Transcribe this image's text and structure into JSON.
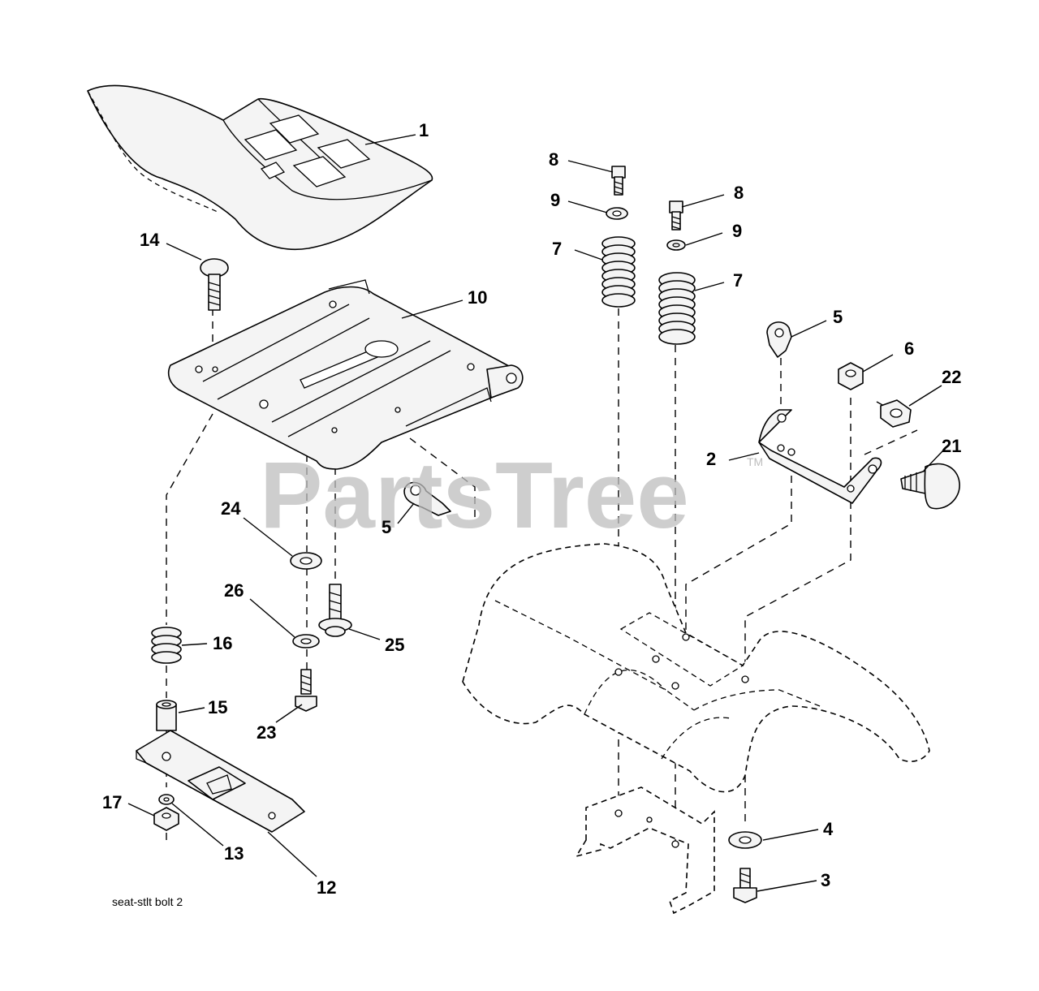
{
  "watermark": {
    "text": "PartsTree",
    "trademark": "TM"
  },
  "caption": "seat-stlt bolt 2",
  "callouts": {
    "c1": "1",
    "c2": "2",
    "c3": "3",
    "c4": "4",
    "c5a": "5",
    "c5b": "5",
    "c6": "6",
    "c7a": "7",
    "c7b": "7",
    "c8a": "8",
    "c8b": "8",
    "c9a": "9",
    "c9b": "9",
    "c10": "10",
    "c12": "12",
    "c13": "13",
    "c14": "14",
    "c15": "15",
    "c16": "16",
    "c17": "17",
    "c21": "21",
    "c22": "22",
    "c23": "23",
    "c24": "24",
    "c25": "25",
    "c26": "26"
  }
}
